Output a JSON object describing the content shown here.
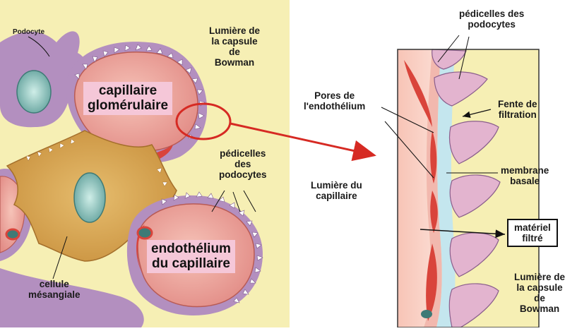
{
  "labels": {
    "podocyte": "Podocyte",
    "lumen_capsule_top": "Lumière de\nla capsule\nde\nBowman",
    "capillaire_glom": "capillaire\nglomérulaire",
    "pedicelles_left": "pédicelles\ndes\npodocytes",
    "endothelium_cap": "endothélium\ndu capillaire",
    "cellule_mesangiale": "cellule\nmésangiale",
    "pedicelles_right": "pédicelles des\npodocytes",
    "pores": "Pores de\nl'endothélium",
    "fente": "Fente de\nfiltration",
    "lumiere_capillaire": "Lumière du\ncapillaire",
    "membrane_basale": "membrane\nbasale",
    "materiel_filtre": "matériel\nfiltré",
    "lumen_capsule_bottom": "Lumière de\nla capsule\nde\nBowman"
  },
  "colors": {
    "background_left": "#f6efb4",
    "podocyte": "#b38fbf",
    "capillary": "#e89a94",
    "capillary_light": "#f2b8ae",
    "mesangial": "#d9a85a",
    "nucleus": "#7fb5b0",
    "endothelium_red": "#d9443b",
    "basement": "#c4e6ee",
    "foot": "#e3b4cf",
    "arrow_red": "#d62a23"
  },
  "icons": {
    "zoom_arrow": "red-arrow-icon",
    "pointer": "black-arrow-icon"
  }
}
